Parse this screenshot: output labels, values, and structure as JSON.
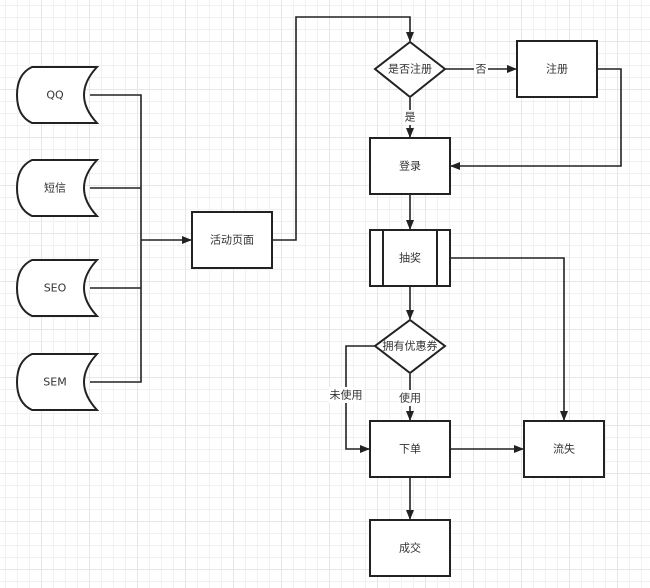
{
  "diagram": {
    "type": "flowchart",
    "nodes": {
      "qq": {
        "label": "QQ",
        "shape": "stored-data"
      },
      "sms": {
        "label": "短信",
        "shape": "stored-data"
      },
      "seo": {
        "label": "SEO",
        "shape": "stored-data"
      },
      "sem": {
        "label": "SEM",
        "shape": "stored-data"
      },
      "activity_page": {
        "label": "活动页面",
        "shape": "process"
      },
      "is_registered": {
        "label": "是否注册",
        "shape": "decision"
      },
      "register": {
        "label": "注册",
        "shape": "process"
      },
      "login": {
        "label": "登录",
        "shape": "process"
      },
      "lottery": {
        "label": "抽奖",
        "shape": "predefined-process"
      },
      "has_coupon": {
        "label": "拥有优惠券",
        "shape": "decision"
      },
      "place_order": {
        "label": "下单",
        "shape": "process"
      },
      "churn": {
        "label": "流失",
        "shape": "process"
      },
      "deal": {
        "label": "成交",
        "shape": "process"
      }
    },
    "edge_labels": {
      "no": "否",
      "yes": "是",
      "not_used": "未使用",
      "used": "使用"
    },
    "edges": [
      {
        "from": "qq",
        "to": "activity_page",
        "label": ""
      },
      {
        "from": "sms",
        "to": "activity_page",
        "label": ""
      },
      {
        "from": "seo",
        "to": "activity_page",
        "label": ""
      },
      {
        "from": "sem",
        "to": "activity_page",
        "label": ""
      },
      {
        "from": "activity_page",
        "to": "is_registered",
        "label": ""
      },
      {
        "from": "is_registered",
        "to": "register",
        "label": "否"
      },
      {
        "from": "is_registered",
        "to": "login",
        "label": "是"
      },
      {
        "from": "register",
        "to": "login",
        "label": ""
      },
      {
        "from": "login",
        "to": "lottery",
        "label": ""
      },
      {
        "from": "lottery",
        "to": "has_coupon",
        "label": ""
      },
      {
        "from": "lottery",
        "to": "churn",
        "label": ""
      },
      {
        "from": "has_coupon",
        "to": "place_order",
        "label": "未使用"
      },
      {
        "from": "has_coupon",
        "to": "place_order",
        "label": "使用"
      },
      {
        "from": "place_order",
        "to": "churn",
        "label": ""
      },
      {
        "from": "place_order",
        "to": "deal",
        "label": ""
      }
    ]
  }
}
